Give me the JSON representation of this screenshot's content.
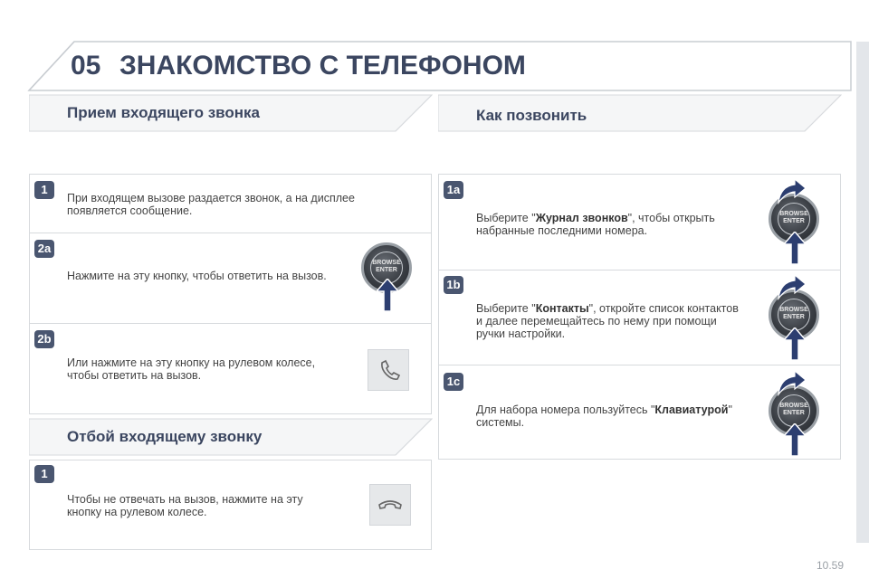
{
  "header": {
    "chapter": "05",
    "title": "ЗНАКОМСТВО С ТЕЛЕФОНОМ"
  },
  "incoming": {
    "title": "Прием входящего звонка",
    "steps": [
      {
        "badge": "1",
        "text": "При входящем вызове раздается звонок, а на дисплее появляется сообщение."
      },
      {
        "badge": "2a",
        "text": "Нажмите на эту кнопку, чтобы ответить на вызов."
      },
      {
        "badge": "2b",
        "text": "Или нажмите на эту кнопку на рулевом колесе, чтобы ответить на вызов."
      }
    ]
  },
  "reject": {
    "title": "Отбой входящему звонку",
    "steps": [
      {
        "badge": "1",
        "text": "Чтобы не отвечать на вызов, нажмите на эту кнопку на рулевом колесе."
      }
    ]
  },
  "howto": {
    "title": "Как позвонить",
    "steps": [
      {
        "badge": "1a",
        "pre": "Выберите \"",
        "bold": "Журнал звонков",
        "post": "\", чтобы открыть набранные последними номера."
      },
      {
        "badge": "1b",
        "pre": "Выберите \"",
        "bold": "Контакты",
        "post": "\", откройте список контактов и далее перемещайтесь по нему при помощи ручки настройки."
      },
      {
        "badge": "1c",
        "pre": "Для набора номера пользуйтесь \"",
        "bold": "Клавиатурой",
        "post": "\" системы."
      }
    ]
  },
  "knob": {
    "label_line1": "BROWSE",
    "label_line2": "ENTER"
  },
  "footer": {
    "page": "10.59"
  },
  "colors": {
    "accent": "#3b4660",
    "arrow": "#2c3e70",
    "badge": "#4a5670"
  },
  "icons": [
    "browse-enter-knob-icon",
    "phone-answer-icon",
    "phone-hangup-icon",
    "up-arrow-icon",
    "curved-arrow-icon"
  ]
}
